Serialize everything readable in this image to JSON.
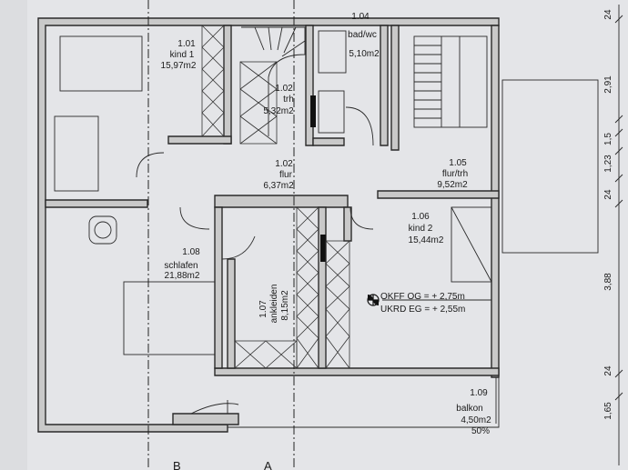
{
  "rooms": [
    {
      "id": "r101",
      "number": "1.01",
      "name": "kind 1",
      "area": "15,97m2"
    },
    {
      "id": "r102a",
      "number": "1.02",
      "name": "trh",
      "area": "5,32m2"
    },
    {
      "id": "r104",
      "number": "1.04",
      "name": "bad/wc",
      "area": "5,10m2"
    },
    {
      "id": "r102b",
      "number": "1.02",
      "name": "flur",
      "area": "6,37m2"
    },
    {
      "id": "r105",
      "number": "1.05",
      "name": "flur/trh",
      "area": "9,52m2"
    },
    {
      "id": "r106",
      "number": "1.06",
      "name": "kind 2",
      "area": "15,44m2"
    },
    {
      "id": "r108",
      "number": "1.08",
      "name": "schlafen",
      "area": "21,88m2"
    },
    {
      "id": "r107",
      "number": "1.07",
      "name": "ankleiden",
      "area": "8,15m2"
    },
    {
      "id": "r109",
      "number": "1.09",
      "name": "balkon",
      "area": "4,50m2",
      "extra": "50%"
    }
  ],
  "levels": {
    "okff": "OKFF OG = + 2,75m",
    "ukrd": "UKRD EG = + 2,55m"
  },
  "dimensions": [
    "24",
    "2,91",
    "1,5",
    "1,23",
    "24",
    "3,88",
    "24",
    "1,65"
  ],
  "fragment": {
    "left": "B",
    "right": "A"
  }
}
